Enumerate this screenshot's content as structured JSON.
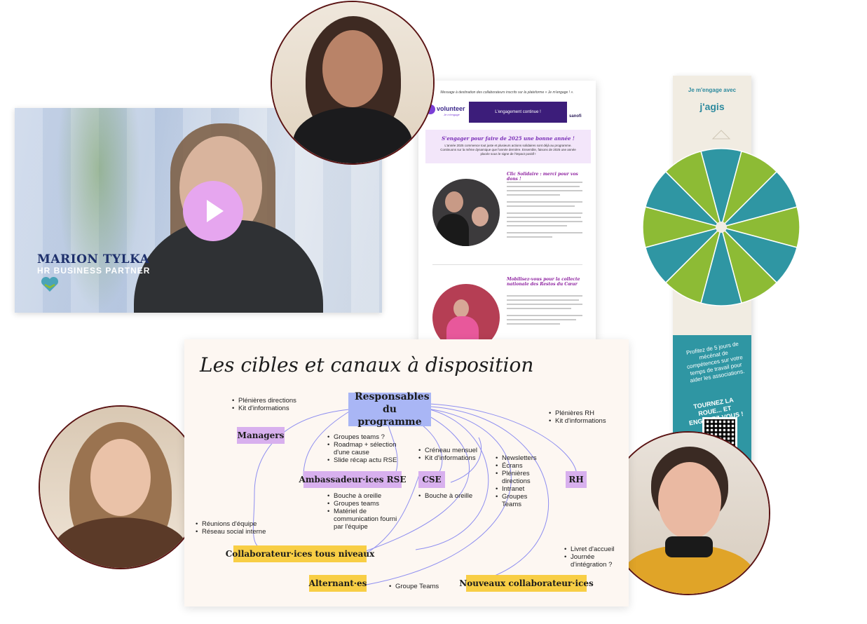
{
  "video": {
    "name": "MARION TYLKA",
    "role": "HR BUSINESS PARTNER",
    "play_icon": "play-icon"
  },
  "newsletter": {
    "header_note": "Message à destination des collaborateurs inscrits sur la plateforme « Je m'engage ! ».",
    "brand": "volunteer",
    "brand_prefix": "we",
    "brand_sub": "Je m'engage",
    "banner_text": "L'engagement continue !",
    "partner": "sanofi",
    "intro_title": "S'engager pour faire de 2025 une bonne année !",
    "intro_text": "L'année 2025 commence tout juste et plusieurs actions solidaires sont déjà au programme. Continuons sur la même dynamique que l'année dernière. Ensemble, faisons de 2025 une année placée sous le signe de l'impact positif !",
    "article1_title": "Clic Solidaire : merci pour vos dons !",
    "article2_title": "Mobilisez-vous pour la collecte nationale des Restos du Cœur"
  },
  "stand": {
    "title_small": "Je m'engage avec",
    "title_brand": "j'agis",
    "offer_text": "Profitez de 5 jours de mécénat de compétences sur votre temps de travail pour aider les associations.",
    "cta_text": "TOURNEZ LA ROUE... ET ENGAGEZ-VOUS !",
    "colors": {
      "teal": "#2f96a3",
      "green": "#8dbb35"
    }
  },
  "diagram": {
    "title": "Les cibles et canaux à disposition",
    "nodes": {
      "responsables": "Responsables du programme",
      "managers": "Managers",
      "ambassadeurs": "Ambassadeur·ices RSE",
      "cse": "CSE",
      "rh": "RH",
      "collaborateurs": "Collaborateur·ices tous niveaux",
      "alternants": "Alternant·es",
      "nouveaux": "Nouveaux collaborateur·ices"
    },
    "lists": {
      "managers": [
        "Plénières directions",
        "Kit d'informations"
      ],
      "responsables_below": [
        "Groupes teams ?",
        "Roadmap + sélection d'une cause",
        "Slide récap actu RSE"
      ],
      "cse_top": [
        "Créneau mensuel",
        "Kit d'informations"
      ],
      "newsletters": [
        "Newsletters",
        "Écrans",
        "Plénières directions",
        "Intranet",
        "Groupes Teams"
      ],
      "rh": [
        "Plénières RH",
        "Kit d'informations"
      ],
      "ambassadeurs": [
        "Bouche à oreille",
        "Groupes teams",
        "Matériel de communication fourni par l'équipe"
      ],
      "cse_bottom": [
        "Bouche à oreille"
      ],
      "collaborateurs": [
        "Réunions d'équipe",
        "Réseau social interne"
      ],
      "alternants": [
        "Groupe Teams"
      ],
      "nouveaux": [
        "Livret d'accueil",
        "Journée d'intégration ?"
      ]
    },
    "colors": {
      "purple": "#d8b0ee",
      "blue": "#a9b6f5",
      "yellow": "#f8ce45",
      "line": "#8e8ef0"
    }
  }
}
